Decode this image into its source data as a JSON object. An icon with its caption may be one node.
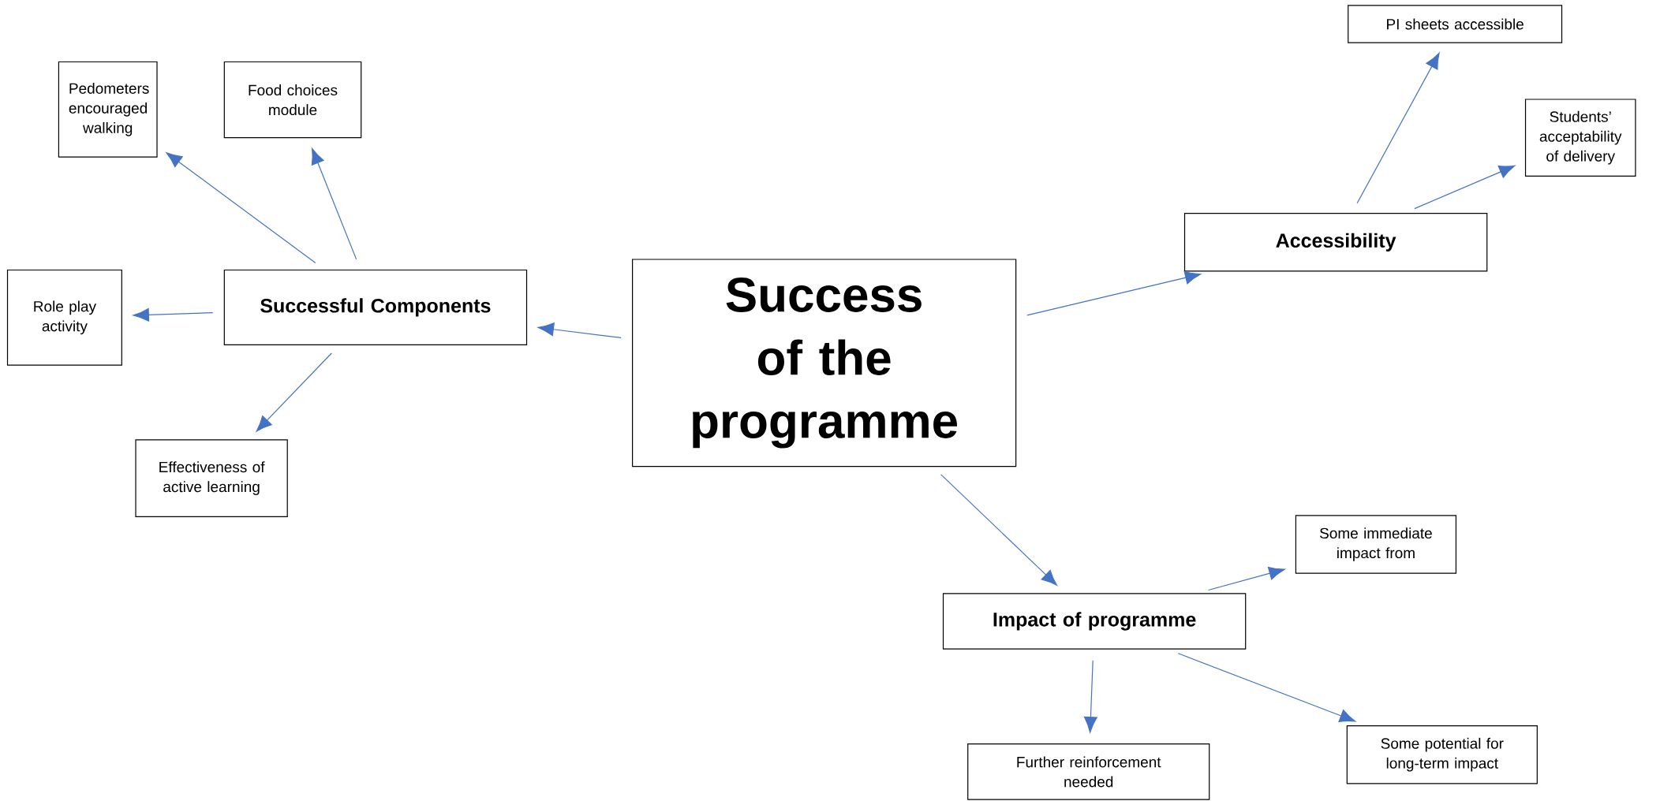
{
  "diagram": {
    "nodes": [
      {
        "text": [
          "Success of the programme"
        ]
      },
      {
        "text": [
          "Successful Components"
        ]
      },
      {
        "text": [
          "Pedometers encouraged walking"
        ]
      },
      {
        "text": [
          "Food choices module"
        ]
      },
      {
        "text": [
          "Role play activity"
        ]
      },
      {
        "text": [
          "Effectiveness of active learning"
        ]
      },
      {
        "text": [
          "Accessibility"
        ]
      },
      {
        "text": [
          "PI sheets accessible"
        ]
      },
      {
        "text": [
          "Students’ acceptability of delivery"
        ]
      },
      {
        "text": [
          "Impact of programme"
        ]
      },
      {
        "text": [
          "Some immediate impact from"
        ]
      },
      {
        "text": [
          "Further reinforcement needed"
        ]
      },
      {
        "text": [
          "Some potential for long-term impact"
        ]
      }
    ],
    "edges": [
      {
        "from": 0,
        "to": 1,
        "arrow": "to"
      },
      {
        "from": 0,
        "to": 6,
        "arrow": "to"
      },
      {
        "from": 0,
        "to": 9,
        "arrow": "to"
      },
      {
        "from": 1,
        "to": 2,
        "arrow": "to"
      },
      {
        "from": 1,
        "to": 3,
        "arrow": "to"
      },
      {
        "from": 1,
        "to": 4,
        "arrow": "to"
      },
      {
        "from": 1,
        "to": 5,
        "arrow": "to"
      },
      {
        "from": 6,
        "to": 7,
        "arrow": "to"
      },
      {
        "from": 6,
        "to": 8,
        "arrow": "to"
      },
      {
        "from": 9,
        "to": 10,
        "arrow": "to"
      },
      {
        "from": 9,
        "to": 11,
        "arrow": "to"
      },
      {
        "from": 9,
        "to": 12,
        "arrow": "to"
      }
    ]
  }
}
